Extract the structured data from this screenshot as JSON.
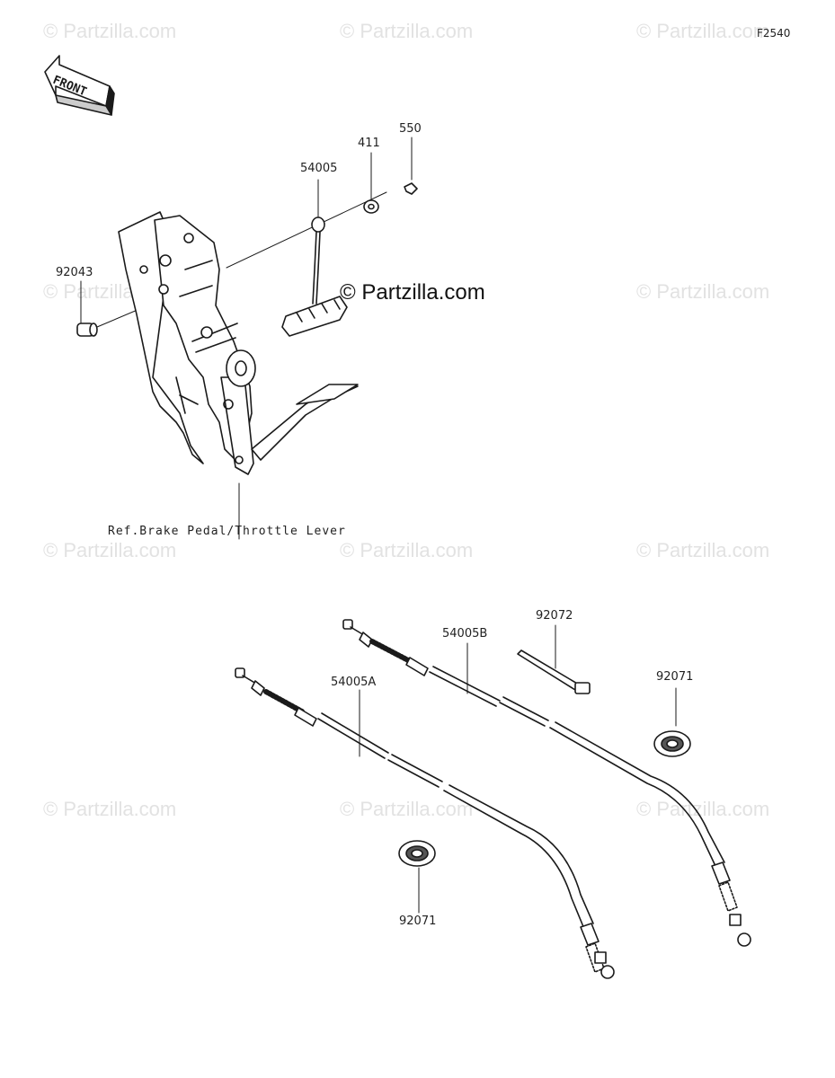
{
  "diagram_code": "F2540",
  "front_arrow_label": "FRONT",
  "watermark_text": "© Partzilla.com",
  "center_watermark_text": "© Partzilla.com",
  "reference_label": "Ref.Brake Pedal/Throttle Lever",
  "part_labels": {
    "p54005": "54005",
    "p411": "411",
    "p550": "550",
    "p92043": "92043",
    "p92072": "92072",
    "p54005B": "54005B",
    "p54005A": "54005A",
    "p92071_right": "92071",
    "p92071_left": "92071"
  },
  "colors": {
    "line": "#1a1a1a",
    "watermark": "#e2e2e2",
    "background": "#ffffff"
  }
}
